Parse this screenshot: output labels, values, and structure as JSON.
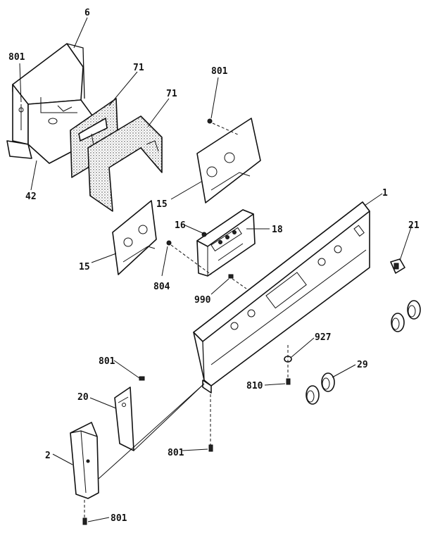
{
  "callouts": {
    "c6": "6",
    "c801_a": "801",
    "c71_a": "71",
    "c71_b": "71",
    "c801_b": "801",
    "c42": "42",
    "c15_a": "15",
    "c1": "1",
    "c16": "16",
    "c18": "18",
    "c21": "21",
    "c15_b": "15",
    "c804": "804",
    "c990": "990",
    "c927": "927",
    "c801_c": "801",
    "c29": "29",
    "c20": "20",
    "c810": "810",
    "c801_d": "801",
    "c2": "2",
    "c801_e": "801"
  }
}
